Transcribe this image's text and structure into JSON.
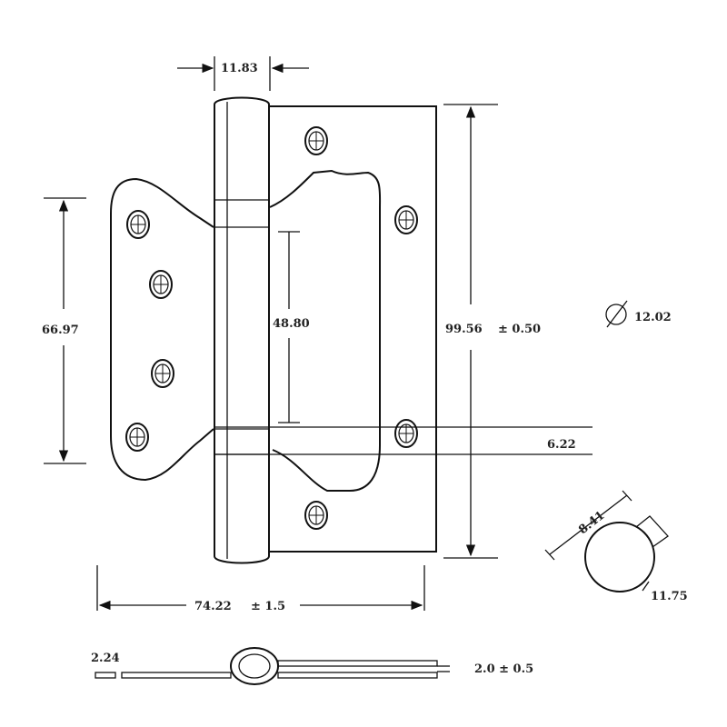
{
  "title": "Hinge dimension drawing",
  "dimensions": {
    "knuckle_width": "11.83",
    "left_leaf_height": "66.97",
    "slot_length": "48.80",
    "overall_height": "99.56",
    "overall_height_tol": "± 0.50",
    "hole_diameter_symbol": "Ø",
    "hole_diameter": "12.02",
    "offset": "6.22",
    "overall_width": "74.22",
    "overall_width_tol": "± 1.5",
    "detail_chord": "8.41",
    "detail_diameter": "11.75",
    "leaf_gap": "2.24",
    "thickness": "2.0 ± 0.5"
  },
  "colors": {
    "line": "#111111",
    "background": "#ffffff"
  }
}
